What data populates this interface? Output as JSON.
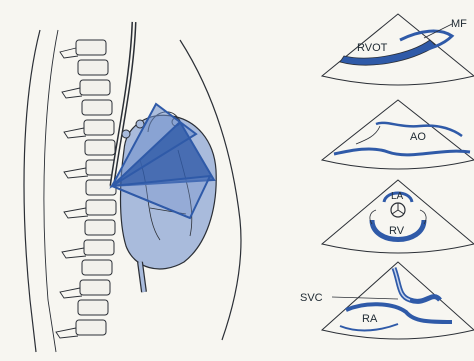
{
  "figure": {
    "labels": {
      "mpa": "MF",
      "rvot": "RVOT",
      "ao": "AO",
      "la": "LA",
      "rv": "RV",
      "svc": "SVC",
      "ra": "RA"
    },
    "colors": {
      "background": "#f7f6f1",
      "line": "#2b2f36",
      "heart_fill": "#a9bbdc",
      "plane_blue": "#2f5aa8",
      "plane_light": "#6f8fcc",
      "vessel_blue": "#2f5aa8",
      "vessel_light": "#c9d6ee"
    }
  }
}
